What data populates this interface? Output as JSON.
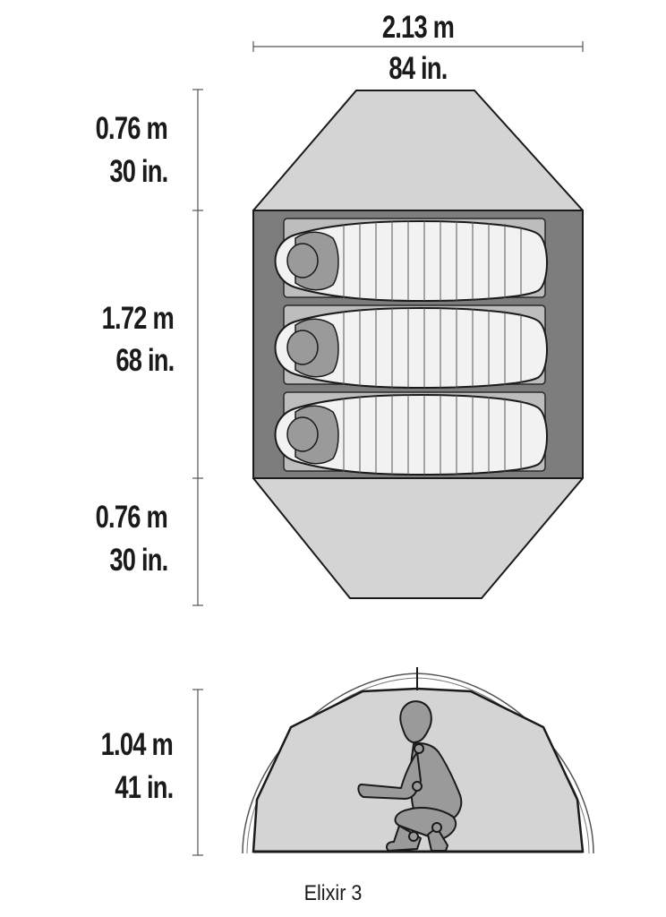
{
  "width": {
    "metric": "2.13 m",
    "imperial": "84 in."
  },
  "vestibule_front": {
    "metric": "0.76 m",
    "imperial": "30 in."
  },
  "interior_length": {
    "metric": "1.72 m",
    "imperial": "68 in."
  },
  "vestibule_rear": {
    "metric": "0.76 m",
    "imperial": "30 in."
  },
  "peak_height": {
    "metric": "1.04 m",
    "imperial": "41 in."
  },
  "product_name": "Elixir 3",
  "colors": {
    "fly": "#d4d4d4",
    "floor": "#7d7d7d",
    "pad": "#bdbdbd",
    "bag": "#f2f2f2",
    "outline": "#1a1a1a"
  },
  "occupants": 3
}
